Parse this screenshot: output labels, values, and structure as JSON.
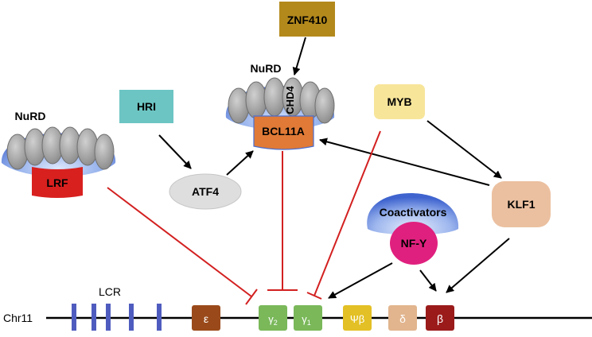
{
  "labels": {
    "znf410": "ZNF410",
    "nurd_top": "NuRD",
    "chd4": "CHD4",
    "bcl11a": "BCL11A",
    "hri": "HRI",
    "nurd_left": "NuRD",
    "lrf": "LRF",
    "atf4": "ATF4",
    "myb": "MYB",
    "coactivators": "Coactivators",
    "nfy": "NF-Y",
    "klf1": "KLF1",
    "lcr": "LCR",
    "chr11": "Chr11"
  },
  "genes": [
    {
      "label": "ε",
      "color": "#9a4a1a"
    },
    {
      "label": "γ2",
      "color": "#7ab85a"
    },
    {
      "label": "γ1",
      "color": "#7ab85a"
    },
    {
      "label": "Ψβ",
      "color": "#e3c025"
    },
    {
      "label": "δ",
      "color": "#e2b58e"
    },
    {
      "label": "β",
      "color": "#9b1b1b"
    }
  ],
  "colors": {
    "znf410": "#b3891c",
    "hri": "#6cc5c3",
    "myb": "#f7e59a",
    "bcl11a": "#e07a36",
    "lrf": "#d8201f",
    "atf4": "#dedede",
    "klf1": "#ebc0a0",
    "nfy": "#e0207e",
    "nurd_blue": "#5a7fd6",
    "nucleosome": "#a9a9a9",
    "lcr_bar": "#4f5cbf",
    "activation": "#000000",
    "repression": "#d32020"
  }
}
